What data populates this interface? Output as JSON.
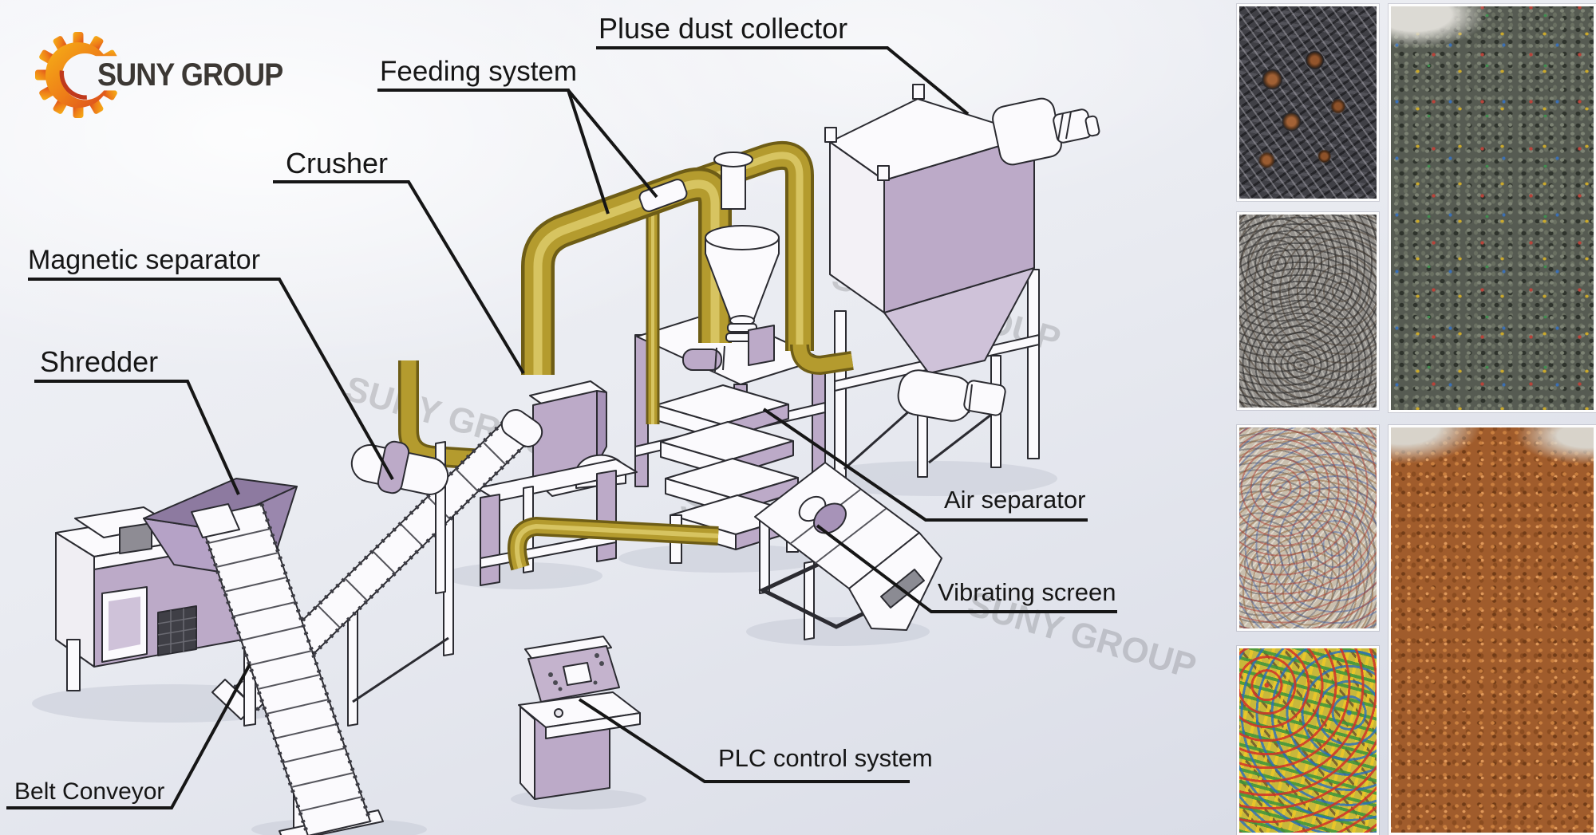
{
  "brand": {
    "name": "SUNY GROUP"
  },
  "diagram": {
    "watermark": "SUNY GROUP",
    "labels": {
      "pulse_dust_collector": "Pluse dust collector",
      "feeding_system": "Feeding system",
      "crusher": "Crusher",
      "magnetic_separator": "Magnetic separator",
      "shredder": "Shredder",
      "belt_conveyor": "Belt Conveyor",
      "air_separator": "Air separator",
      "vibrating_screen": "Vibrating screen",
      "plc_control_system": "PLC control system"
    }
  },
  "photos": {
    "left_column": [
      {
        "name": "cable-scrap-bundles"
      },
      {
        "name": "tangled-wire-scrap"
      },
      {
        "name": "mixed-wire-harness-scrap"
      },
      {
        "name": "colorful-wire-scrap"
      }
    ],
    "right_column": [
      {
        "name": "shredded-plastic-granules"
      },
      {
        "name": "recycled-copper-granules"
      }
    ]
  },
  "colors": {
    "machine_lavender": "#BCAAC8",
    "pipe_yellow": "#B49B2E",
    "logo_orange": "#F29A1C",
    "logo_red": "#D8441E",
    "label_ink": "#161616",
    "copper": "#A05C2C"
  }
}
